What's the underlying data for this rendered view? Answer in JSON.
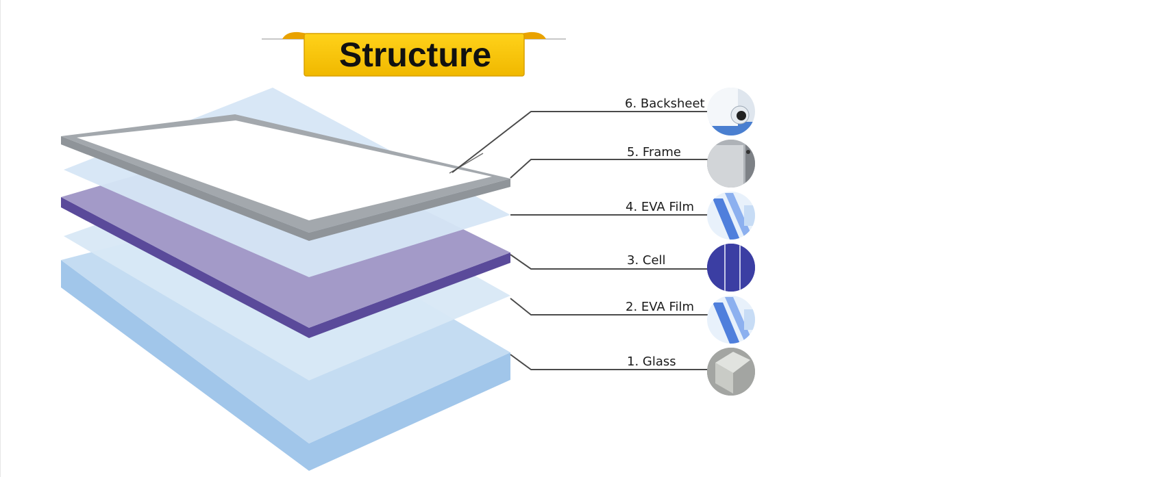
{
  "title": "Structure",
  "layers": [
    {
      "id": "backsheet",
      "label": "6. Backsheet",
      "icon": "backsheet-roll-icon"
    },
    {
      "id": "frame",
      "label": "5. Frame",
      "icon": "frame-corner-icon"
    },
    {
      "id": "eva-top",
      "label": "4. EVA Film",
      "icon": "eva-film-icon"
    },
    {
      "id": "cell",
      "label": "3. Cell",
      "icon": "solar-cell-icon"
    },
    {
      "id": "eva-bottom",
      "label": "2. EVA Film",
      "icon": "eva-film-icon"
    },
    {
      "id": "glass",
      "label": "1. Glass",
      "icon": "glass-corner-icon"
    }
  ],
  "colors": {
    "banner": "#f5c400",
    "banner_edge": "#e59a00",
    "frame": "#9ea3a8",
    "eva": "#d6e6f5",
    "cell_top": "#a39ac8",
    "cell_side": "#5a4a9a",
    "glass_top": "#c4dcf2",
    "glass_side": "#a1c6ea"
  }
}
